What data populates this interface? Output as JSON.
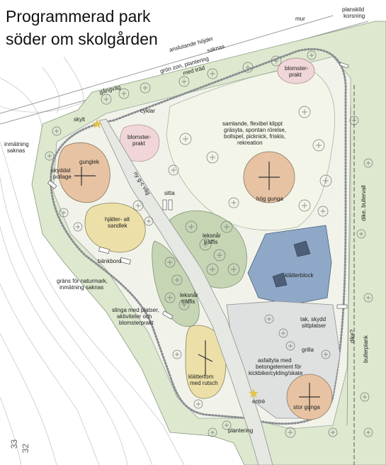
{
  "title_lines": [
    "Programmerad park",
    "söder om skolgården"
  ],
  "labels": {
    "mur": "mur",
    "planskild_1": "planskild",
    "planskild_2": "korsning",
    "ansl_1": "anslutande höjder",
    "ansl_2": "saknas",
    "gron_1": "grön zon, plantering",
    "gron_2": "med träd",
    "gangvag": "gångväg",
    "blomster_top_1": "blomster-",
    "blomster_top_2": "prakt",
    "cyklar": "cyklar",
    "skylt": "skylt",
    "blomster_mid_1": "blomster-",
    "blomster_mid_2": "prakt",
    "open_1": "samlande, flexibel klippt",
    "open_2": "gräsyta, spontan rörelse,",
    "open_3": "bollspel, picknick, friskis,",
    "open_4": "rekreation",
    "inmatning_1": "inmätning",
    "inmatning_2": "saknas",
    "gunglek": "gunglek",
    "skyddat_1": "skyddat",
    "skyddat_2": "pollage",
    "ny_gc": "ny g-c väg",
    "hog_gunga": "hög gunga",
    "sitta": "sitta",
    "hjaltar_1": "hjälter- alt",
    "hjaltar_2": "sandlek",
    "lekskog_1_1": "leksnår",
    "lekskog_1_2": "träffis",
    "klatterblock": "klätterblock",
    "bankbord": "bänkbord",
    "grans_1": "gräns för naturmark,",
    "grans_2": "inmätning saknas",
    "lekskog_2_1": "leksnår",
    "lekskog_2_2": "träffis",
    "slinga_1": "slinga med platser,",
    "slinga_2": "aktiviteter och",
    "slinga_3": "blomsterprakt",
    "tak_1": "tak, skydd",
    "tak_2": "sittplatser",
    "grilla": "grilla",
    "dike": "dike?",
    "bullerplank": "bullerplank",
    "dike_bullerplank": "dike, bullervall",
    "asfalt_1": "asfaltyta med",
    "asfalt_2": "betongelement för",
    "asfalt_3": "kickbike/cykling/skate",
    "klattertorn_1": "klättertorn",
    "klattertorn_2": "med rutsch",
    "entre": "entré",
    "stor_gunga": "stor gunga",
    "plantering": "plantering",
    "n33": "33",
    "n32": "32"
  },
  "colors": {
    "path_gray": "#d8dcd6",
    "grass_green": "#dde8cf",
    "open_lawn": "#f3f5e8",
    "flower_pink": "#f0d6d8",
    "sand_orange": "#e7c3a3",
    "sand_yellow": "#ecdfa8",
    "forest_green": "#c6d6b5",
    "rock_blue": "#8fa8c7",
    "asphalt_gray": "#dfe1e1",
    "dotted_path": "#8a8e92"
  }
}
